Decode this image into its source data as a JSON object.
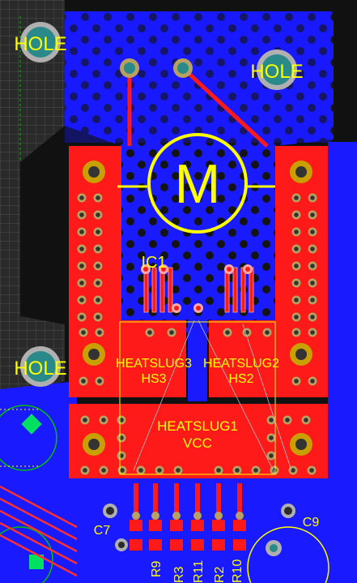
{
  "colors": {
    "background": "#2a2a2a",
    "grid": "#5a5a5a",
    "bottom_copper": "#1a1aff",
    "top_copper": "#ff1a1a",
    "silkscreen": "#ffff00",
    "pad": "#c8a000",
    "via": "#b8a060",
    "hole_fill": "#2a8a8a",
    "hole_ring": "#b0b0b0",
    "outline": "#00c000",
    "led_green": "#00e060"
  },
  "labels": {
    "hole_top_left": "HOLE",
    "hole_top_right": "HOLE",
    "hole_left": "HOLE",
    "motor_symbol": "M",
    "ic1": "IC1",
    "heatslug3": "HEATSLUG3",
    "hs3": "HS3",
    "heatslug2": "HEATSLUG2",
    "hs2": "HS2",
    "heatslug1": "HEATSLUG1",
    "vcc": "VCC",
    "c7": "C7",
    "c9": "C9",
    "r9": "R9",
    "r3": "R3",
    "r11": "R11",
    "r2": "R2",
    "r10": "R10"
  }
}
